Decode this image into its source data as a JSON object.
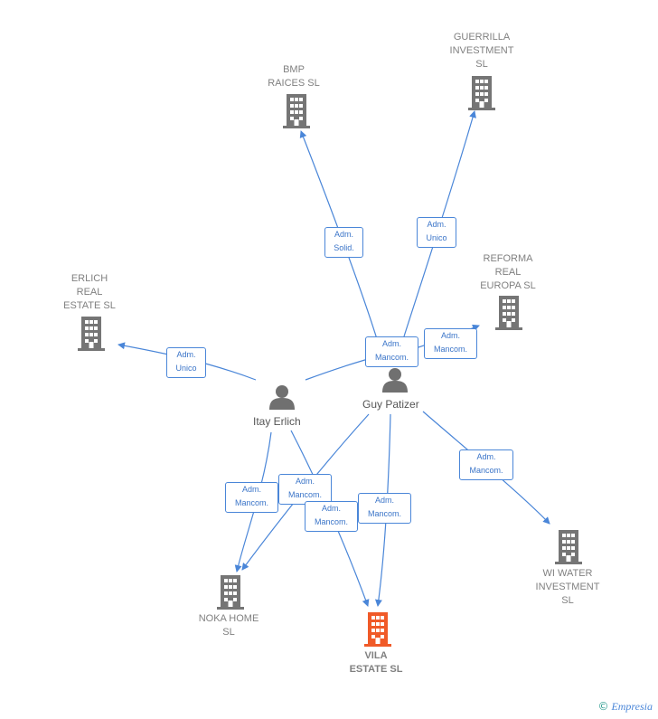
{
  "colors": {
    "edge": "#4a86d8",
    "building": "#757575",
    "building_main": "#f05a28",
    "person": "#707070"
  },
  "companies": {
    "bmp": {
      "label": "BMP\nRAICES  SL",
      "icon": "building-icon"
    },
    "guerrilla": {
      "label": "GUERRILLA\nINVESTMENT\nSL",
      "icon": "building-icon"
    },
    "reforma": {
      "label": "REFORMA\nREAL\nEUROPA  SL",
      "icon": "building-icon"
    },
    "erlich_real": {
      "label": "ERLICH\nREAL\nESTATE  SL",
      "icon": "building-icon"
    },
    "wi_water": {
      "label": "WI WATER\nINVESTMENT\nSL",
      "icon": "building-icon"
    },
    "noka": {
      "label": "NOKA HOME\nSL",
      "icon": "building-icon"
    },
    "vila": {
      "label": "VILA\nESTATE  SL",
      "icon": "building-icon"
    }
  },
  "people": {
    "guy": {
      "name": "Guy Patizer",
      "icon": "person-icon"
    },
    "itay": {
      "name": "Itay Erlich",
      "icon": "person-icon"
    }
  },
  "relations": {
    "guy_bmp": [
      "Adm.",
      "Solid."
    ],
    "guy_guerrilla": [
      "Adm.",
      "Unico"
    ],
    "guy_reforma": [
      "Adm.",
      "Mancom."
    ],
    "guy_erlich": [
      "Adm.",
      "Mancom."
    ],
    "itay_erlich": [
      "Adm.",
      "Unico"
    ],
    "guy_wi": [
      "Adm.",
      "Mancom."
    ],
    "itay_noka": [
      "Adm.",
      "Mancom."
    ],
    "guy_noka": [
      "Adm.",
      "Mancom."
    ],
    "itay_vila": [
      "Adm.",
      "Mancom."
    ],
    "guy_vila": [
      "Adm.",
      "Mancom."
    ]
  },
  "watermark": {
    "symbol": "©",
    "text": "Empresia"
  }
}
